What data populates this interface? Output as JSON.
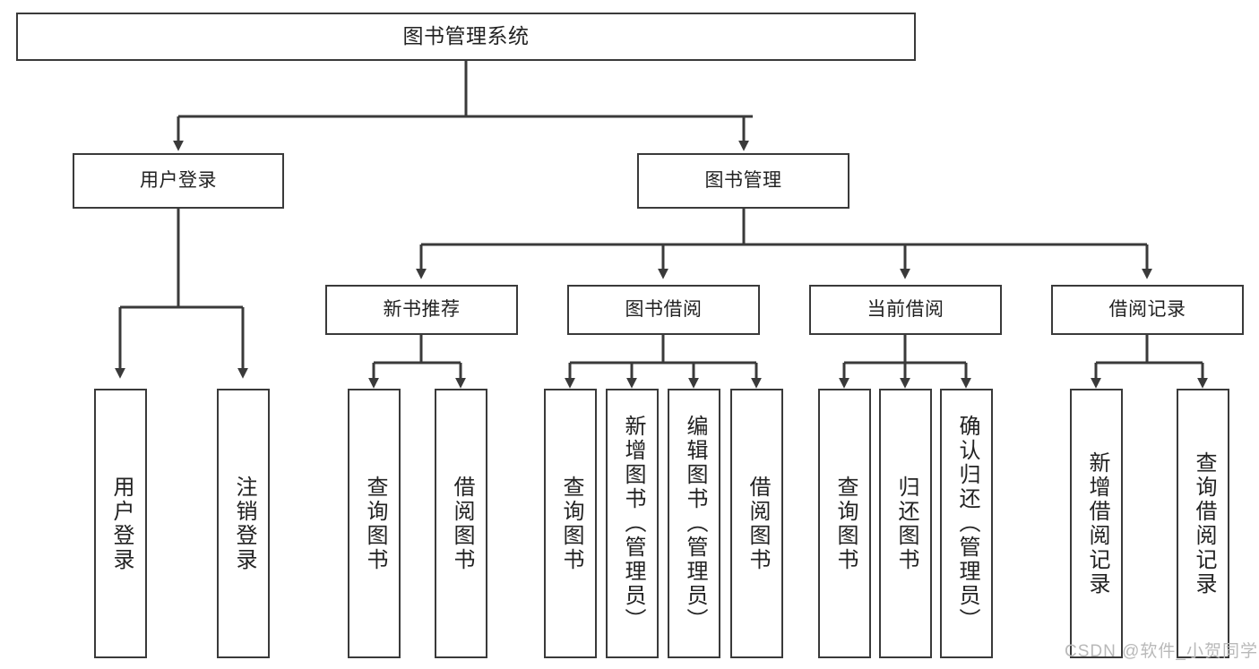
{
  "diagram": {
    "title_node": {
      "label": "图书管理系统"
    },
    "level2": [
      {
        "id": "user-login",
        "label": "用户登录"
      },
      {
        "id": "book-management",
        "label": "图书管理"
      }
    ],
    "level3": [
      {
        "id": "new-book-recommend",
        "label": "新书推荐"
      },
      {
        "id": "book-borrow",
        "label": "图书借阅"
      },
      {
        "id": "current-borrow",
        "label": "当前借阅"
      },
      {
        "id": "borrow-record",
        "label": "借阅记录"
      }
    ],
    "leaves": {
      "user_login": [
        {
          "id": "leaf-user-login",
          "label": "用户登录"
        },
        {
          "id": "leaf-logout-login",
          "label": "注销登录"
        }
      ],
      "new_book_recommend": [
        {
          "id": "leaf-query-book-1",
          "label": "查询图书"
        },
        {
          "id": "leaf-borrow-book-1",
          "label": "借阅图书"
        }
      ],
      "book_borrow": [
        {
          "id": "leaf-query-book-2",
          "label": "查询图书"
        },
        {
          "id": "leaf-add-book-admin",
          "label": "新增图书（管理员）"
        },
        {
          "id": "leaf-edit-book-admin",
          "label": "编辑图书（管理员）"
        },
        {
          "id": "leaf-borrow-book-2",
          "label": "借阅图书"
        }
      ],
      "current_borrow": [
        {
          "id": "leaf-query-book-3",
          "label": "查询图书"
        },
        {
          "id": "leaf-return-book",
          "label": "归还图书"
        },
        {
          "id": "leaf-confirm-return-admin",
          "label": "确认归还（管理员）"
        }
      ],
      "borrow_record": [
        {
          "id": "leaf-add-borrow-record",
          "label": "新增借阅记录"
        },
        {
          "id": "leaf-query-borrow-record",
          "label": "查询借阅记录"
        }
      ]
    }
  },
  "watermark": {
    "text": "CSDN @软件_小贺同学"
  },
  "colors": {
    "stroke": "#3a3a3a",
    "box_fill": "#ffffff",
    "text": "#222222",
    "watermark": "#b9b9b9"
  }
}
